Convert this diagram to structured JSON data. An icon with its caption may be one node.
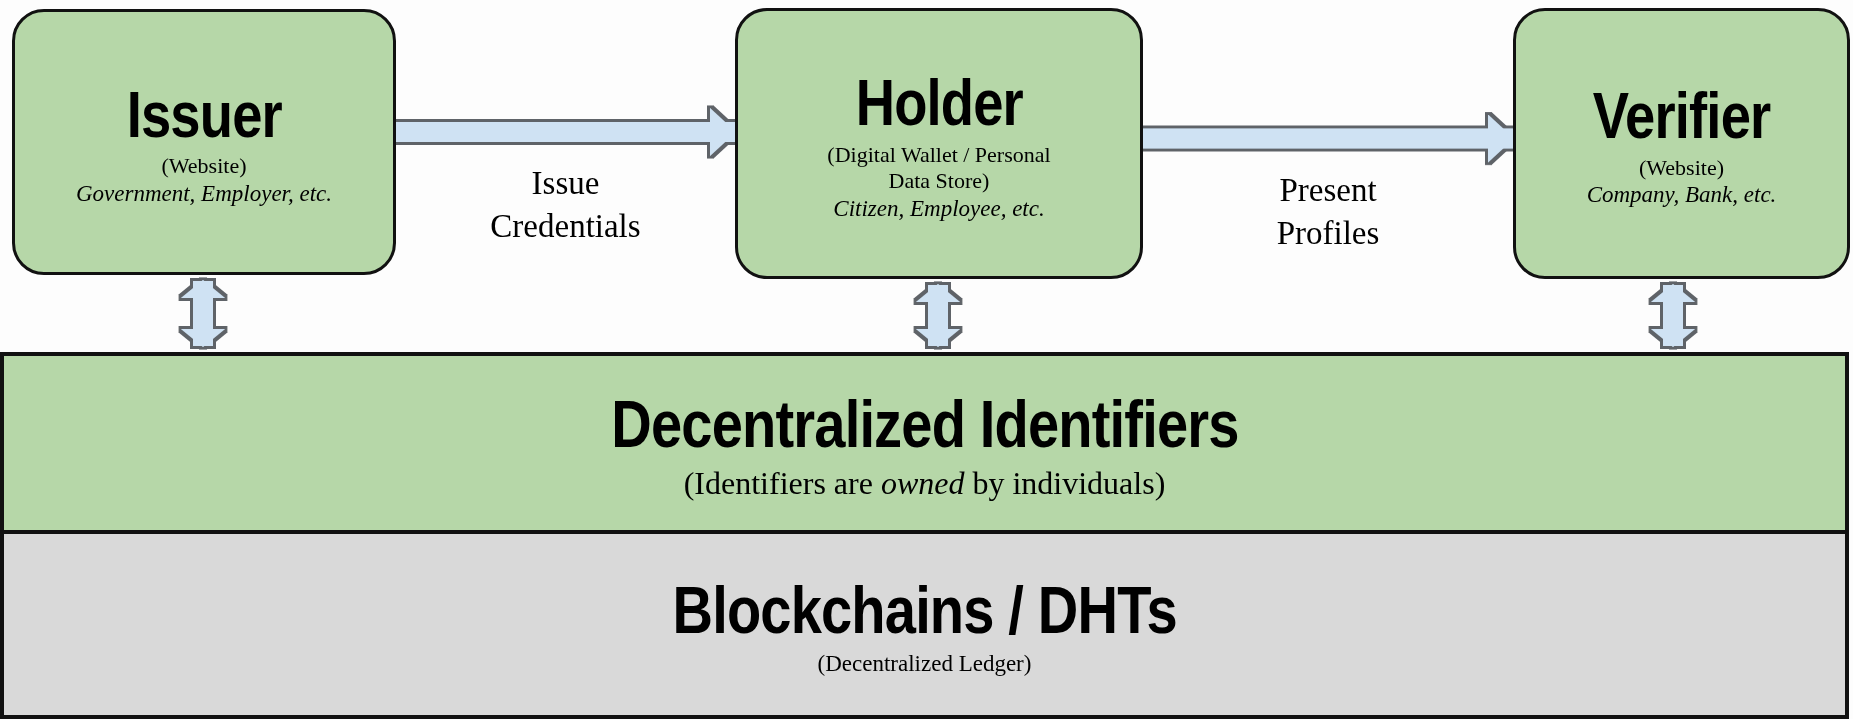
{
  "diagram": {
    "nodes": [
      {
        "text": [
          "Issuer",
          "(Website)",
          "Government, Employer, etc."
        ]
      },
      {
        "text": [
          "Holder",
          "(Digital Wallet / Personal Data Store)",
          "Citizen, Employee, etc."
        ]
      },
      {
        "text": [
          "Verifier",
          "(Website)",
          "Company, Bank, etc."
        ]
      },
      {
        "text": [
          "Decentralized Identifiers",
          "(Identifiers are *owned* by individuals)"
        ]
      },
      {
        "text": [
          "Blockchains / DHTs",
          "(Decentralized Ledger)"
        ]
      }
    ],
    "edges": [
      {
        "from": 0,
        "to": 1,
        "arrow": "to",
        "label": "Issue Credentials"
      },
      {
        "from": 1,
        "to": 2,
        "arrow": "to",
        "label": "Present Profiles"
      },
      {
        "from": 0,
        "to": 3,
        "arrow": "both"
      },
      {
        "from": 1,
        "to": 3,
        "arrow": "both"
      },
      {
        "from": 2,
        "to": 3,
        "arrow": "both"
      }
    ]
  }
}
